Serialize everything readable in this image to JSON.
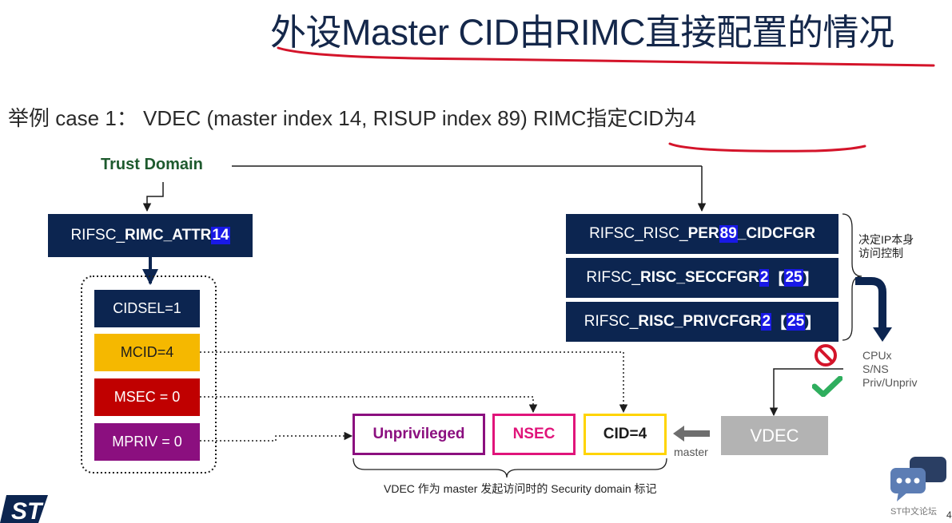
{
  "title": "外设Master CID由RIMC直接配置的情况",
  "example": "举例 case 1：  VDEC (master index 14, RISUP index 89) RIMC指定CID为4",
  "trust_domain": "Trust Domain",
  "rimc_attr": {
    "prefix": "RIFSC_",
    "name": "RIMC_ATTR",
    "index": "14"
  },
  "fields": {
    "cidsel": "CIDSEL=1",
    "mcid": "MCID=4",
    "msec": "MSEC = 0",
    "mpriv": "MPRIV = 0"
  },
  "risc_regs": [
    {
      "prefix": "RIFSC_RISC_",
      "name": "PER",
      "hl": "89",
      "suffix": "_CIDCFGR",
      "bracket": ""
    },
    {
      "prefix": "RIFSC_",
      "name": "RISC_SECCFGR",
      "hl": "2",
      "suffix": "",
      "bracket": "25"
    },
    {
      "prefix": "RIFSC_",
      "name": "RISC_PRIVCFGR",
      "hl": "2",
      "suffix": "",
      "bracket": "25"
    }
  ],
  "ip_access_note": "决定IP本身\n访问控制",
  "access_types": "CPUx\nS/NS\nPriv/Unpriv",
  "tags": {
    "unpriv": "Unprivileged",
    "nsec": "NSEC",
    "cid": "CID=4"
  },
  "vdec": "VDEC",
  "master": "master",
  "caption": "VDEC 作为 master 发起访问时的 Security domain 标记",
  "forum": "ST中文论坛",
  "page_num": "4",
  "colors": {
    "navy": "#0c2550",
    "highlight": "#1919e6",
    "mcid": "#f5b800",
    "msec": "#c00000",
    "mpriv": "#8b0f7f",
    "nsec": "#e0147a",
    "cid": "#ffd400",
    "vdec": "#b3b3b3",
    "red_underline": "#d4142a",
    "green_check": "#2fae5e"
  },
  "icons": [
    "no-entry-icon",
    "check-icon",
    "chat-bubble-icon",
    "st-logo",
    "arrow-left-icon",
    "curved-arrow-icon"
  ]
}
